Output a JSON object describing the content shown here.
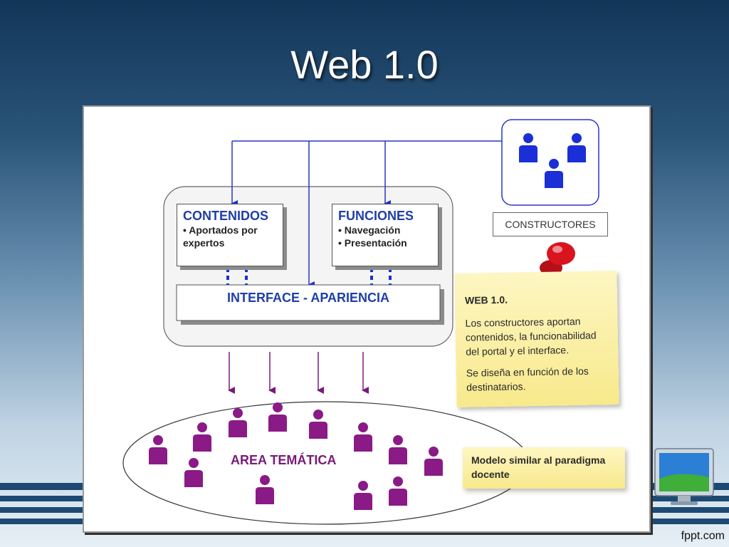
{
  "slide": {
    "title": "Web 1.0"
  },
  "diagram": {
    "contenidos": {
      "title": "CONTENIDOS",
      "items": [
        "• Aportados por",
        "expertos"
      ]
    },
    "funciones": {
      "title": "FUNCIONES",
      "items": [
        "• Navegación",
        "• Presentación"
      ]
    },
    "interface_label": "INTERFACE - APARIENCIA",
    "constructors_label": "CONSTRUCTORES",
    "area_label": "AREA TEMÁTICA",
    "colors": {
      "blue": "#1f3fa8",
      "people_blue": "#1a2fd6",
      "people_purple": "#8a1a86",
      "arrow_purple": "#7a1a78"
    }
  },
  "notes": {
    "note1": {
      "heading": "WEB 1.0.",
      "paragraph1": "Los constructores aportan contenidos, la funcionabilidad del portal y el interface.",
      "paragraph2": "Se diseña en función de los destinatarios."
    },
    "note2": {
      "text": "Modelo similar al paradigma docente"
    }
  },
  "branding": {
    "logo": "fppt.com"
  }
}
